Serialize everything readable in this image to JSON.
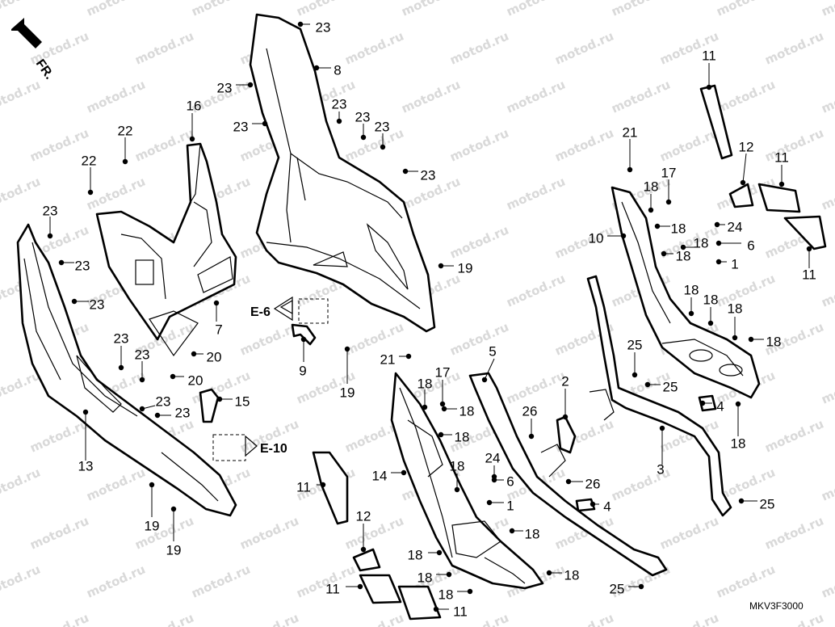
{
  "diagram": {
    "watermark": "motod.ru",
    "direction_label": "FR.",
    "figure_code": "MKV3F3000",
    "section_refs": [
      "E-6",
      "E-10"
    ],
    "callouts": [
      "1",
      "2",
      "3",
      "4",
      "5",
      "6",
      "7",
      "8",
      "9",
      "10",
      "11",
      "12",
      "13",
      "14",
      "15",
      "16",
      "17",
      "18",
      "19",
      "20",
      "21",
      "22",
      "23",
      "24",
      "25",
      "26"
    ]
  }
}
